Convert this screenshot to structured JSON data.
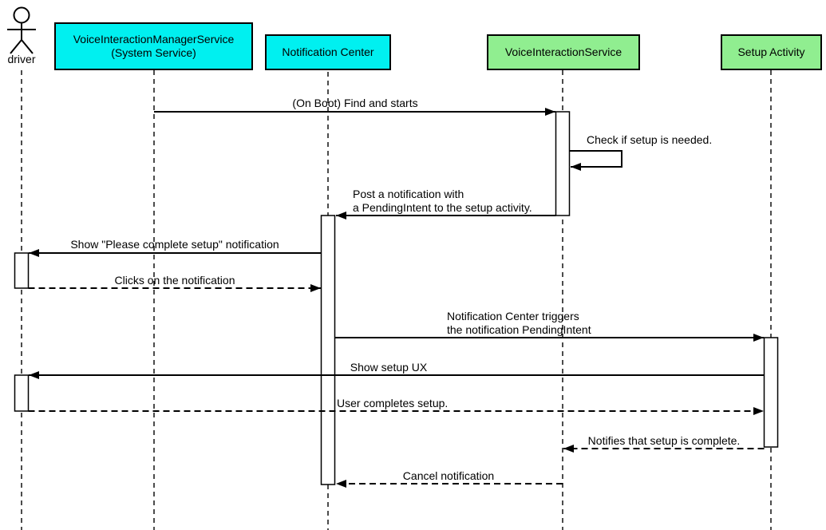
{
  "diagram_type": "uml-sequence-diagram",
  "participants": [
    {
      "id": "driver",
      "label": "driver",
      "kind": "actor"
    },
    {
      "id": "vims",
      "label": "VoiceInteractionManagerService\n(System Service)",
      "kind": "box",
      "fill": "#00f0f0"
    },
    {
      "id": "notification-center",
      "label": "Notification Center",
      "kind": "box",
      "fill": "#00f0f0"
    },
    {
      "id": "vis",
      "label": "VoiceInteractionService",
      "kind": "box",
      "fill": "#90ee90"
    },
    {
      "id": "setup-activity",
      "label": "Setup Activity",
      "kind": "box",
      "fill": "#90ee90"
    }
  ],
  "messages": [
    {
      "label": "(On Boot) Find and starts",
      "from": "vims",
      "to": "vis",
      "line": "solid"
    },
    {
      "label": "Check if setup is needed.",
      "from": "vis",
      "to": "vis",
      "line": "solid-self"
    },
    {
      "label": "Post a notification with\na PendingIntent to the setup activity.",
      "from": "vis",
      "to": "notification-center",
      "line": "solid"
    },
    {
      "label": "Show \"Please complete setup\" notification",
      "from": "notification-center",
      "to": "driver",
      "line": "solid"
    },
    {
      "label": "Clicks on the notification",
      "from": "driver",
      "to": "notification-center",
      "line": "dashed"
    },
    {
      "label": "Notification Center triggers\nthe notification PendingIntent",
      "from": "notification-center",
      "to": "setup-activity",
      "line": "solid"
    },
    {
      "label": "Show setup UX",
      "from": "setup-activity",
      "to": "driver",
      "line": "solid"
    },
    {
      "label": "User completes setup.",
      "from": "driver",
      "to": "setup-activity",
      "line": "dashed"
    },
    {
      "label": "Notifies that setup is complete.",
      "from": "setup-activity",
      "to": "vis",
      "line": "dashed"
    },
    {
      "label": "Cancel notification",
      "from": "vis",
      "to": "notification-center",
      "line": "dashed"
    }
  ],
  "colors": {
    "background": "#ffffff",
    "stroke": "#000000",
    "participant_cyan": "#00f0f0",
    "participant_green": "#90ee90",
    "activation_fill": "#ffffff"
  }
}
